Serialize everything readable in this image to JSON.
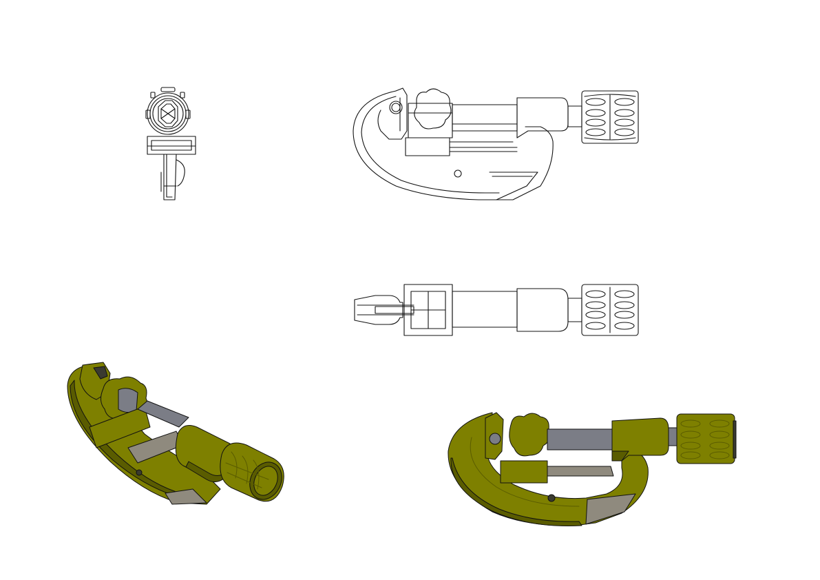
{
  "colors": {
    "background": "#ffffff",
    "line": "#111111",
    "body_fill": "#7e8000",
    "body_shade": "#5a5c00",
    "body_highlight": "#9c9e1c",
    "blade_fill": "#8f8a7e",
    "rod_fill": "#7b7d86",
    "slot_fill": "#3a3a30"
  },
  "views": [
    {
      "id": "end-view",
      "style": "hidden-line"
    },
    {
      "id": "front-view",
      "style": "hidden-line"
    },
    {
      "id": "top-view",
      "style": "hidden-line"
    },
    {
      "id": "isometric-view-left",
      "style": "shaded"
    },
    {
      "id": "isometric-view-right",
      "style": "shaded"
    }
  ]
}
